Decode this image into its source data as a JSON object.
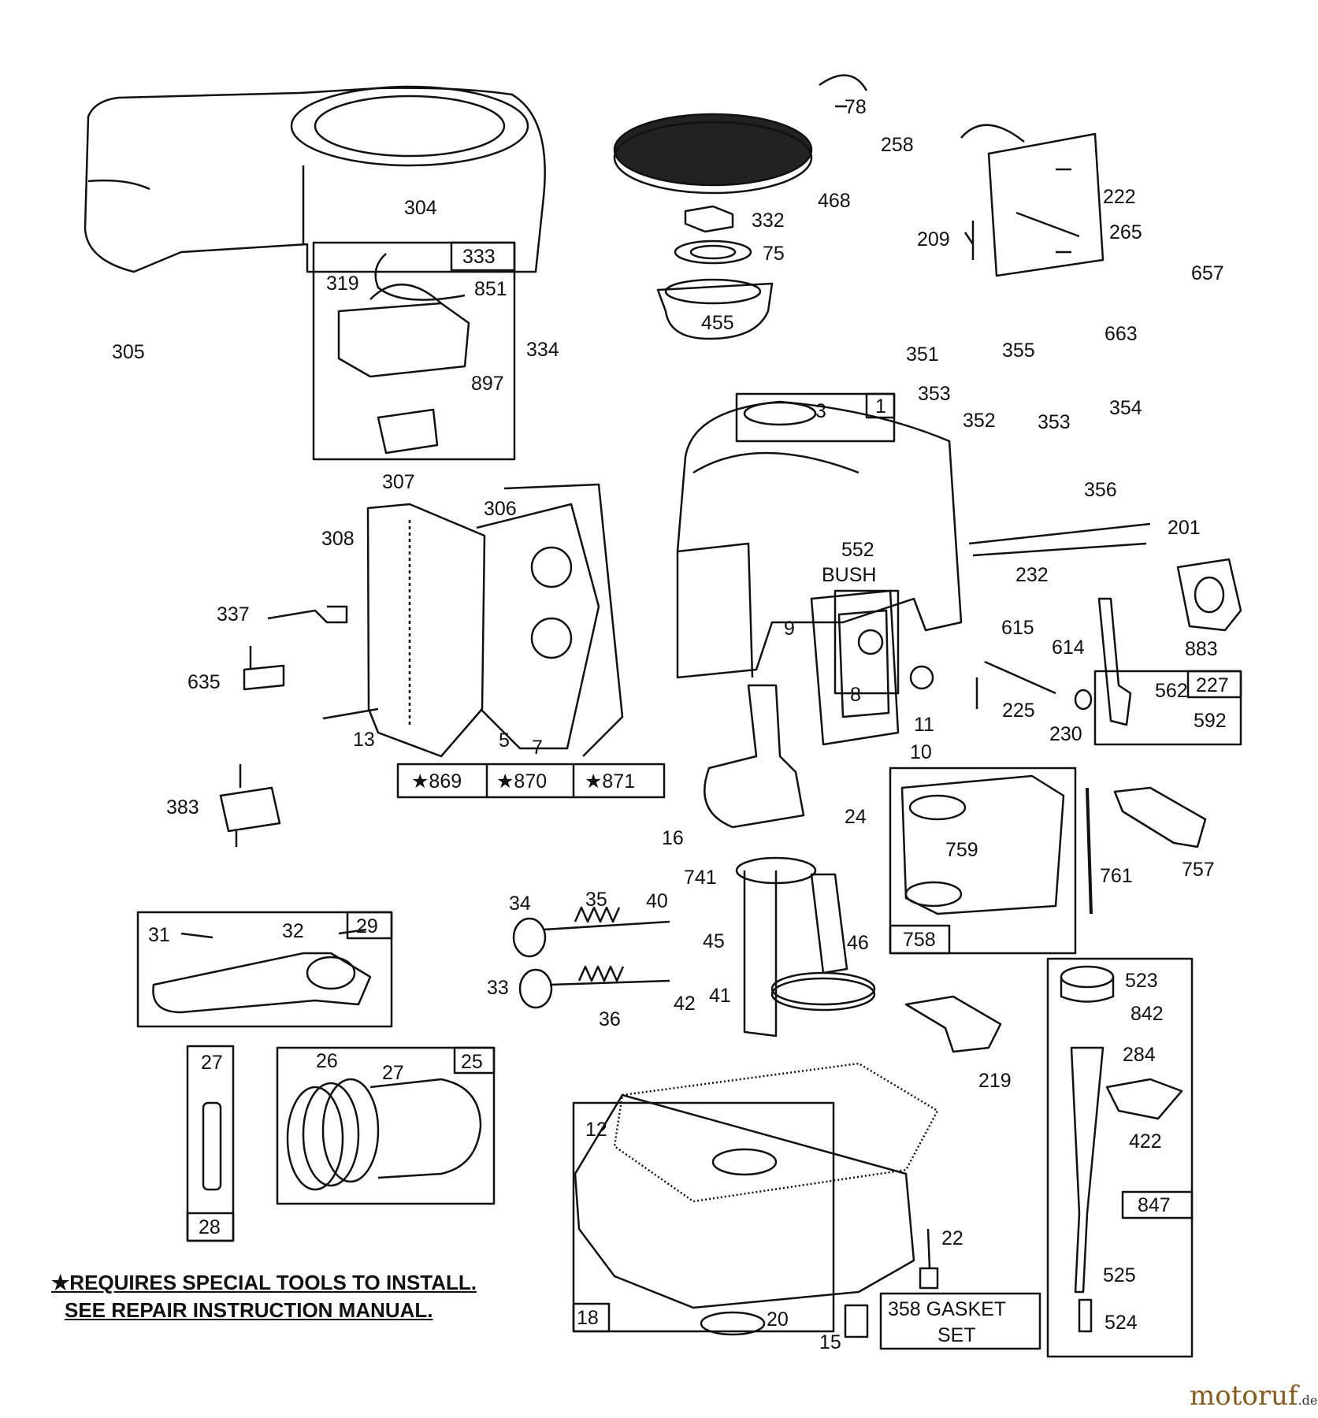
{
  "labels": {
    "p304": "304",
    "p305": "305",
    "p319": "319",
    "p851": "851",
    "p334": "334",
    "p897": "897",
    "p78": "78",
    "p468": "468",
    "p332": "332",
    "p75": "75",
    "p455": "455",
    "p258": "258",
    "p222": "222",
    "p209": "209",
    "p265": "265",
    "p657": "657",
    "p663": "663",
    "p351": "351",
    "p355": "355",
    "p353a": "353",
    "p352": "352",
    "p353b": "353",
    "p354": "354",
    "p356": "356",
    "p3": "3",
    "p307": "307",
    "p306": "306",
    "p308": "308",
    "p337": "337",
    "p635": "635",
    "p13": "13",
    "p5": "5",
    "p7": "7",
    "p552": "552",
    "p_bush": "BUSH",
    "p9": "9",
    "p8": "8",
    "p11": "11",
    "p10": "10",
    "p201": "201",
    "p232": "232",
    "p883": "883",
    "p615": "615",
    "p614": "614",
    "p225": "225",
    "p230": "230",
    "p562": "562",
    "p592": "592",
    "p383": "383",
    "p16": "16",
    "p24": "24",
    "p741": "741",
    "p759": "759",
    "p761": "761",
    "p757": "757",
    "p31": "31",
    "p32": "32",
    "p34": "34",
    "p35": "35",
    "p40": "40",
    "p45": "45",
    "p46": "46",
    "p33": "33",
    "p36": "36",
    "p42": "42",
    "p41": "41",
    "p27a": "27",
    "p26": "26",
    "p27b": "27",
    "p219": "219",
    "p523": "523",
    "p842": "842",
    "p284": "284",
    "p422": "422",
    "p12": "12",
    "p22": "22",
    "p20": "20",
    "p15": "15",
    "p525": "525",
    "p524": "524"
  },
  "boxes": {
    "b333": "333",
    "b1": "1",
    "b227": "227",
    "b869": "★869",
    "b870": "★870",
    "b871": "★871",
    "b29": "29",
    "b25": "25",
    "b28": "28",
    "b758": "758",
    "b847": "847",
    "b18": "18",
    "gasket_set_line1": "358 GASKET",
    "gasket_set_line2": "SET"
  },
  "note": {
    "line1": "★REQUIRES SPECIAL TOOLS TO INSTALL.",
    "line2": "SEE REPAIR INSTRUCTION MANUAL."
  },
  "watermark": {
    "brand_main": "motoruf",
    "brand_suffix": ".de",
    "color_main": "#8a5a1a",
    "color_suffix": "#333333"
  }
}
